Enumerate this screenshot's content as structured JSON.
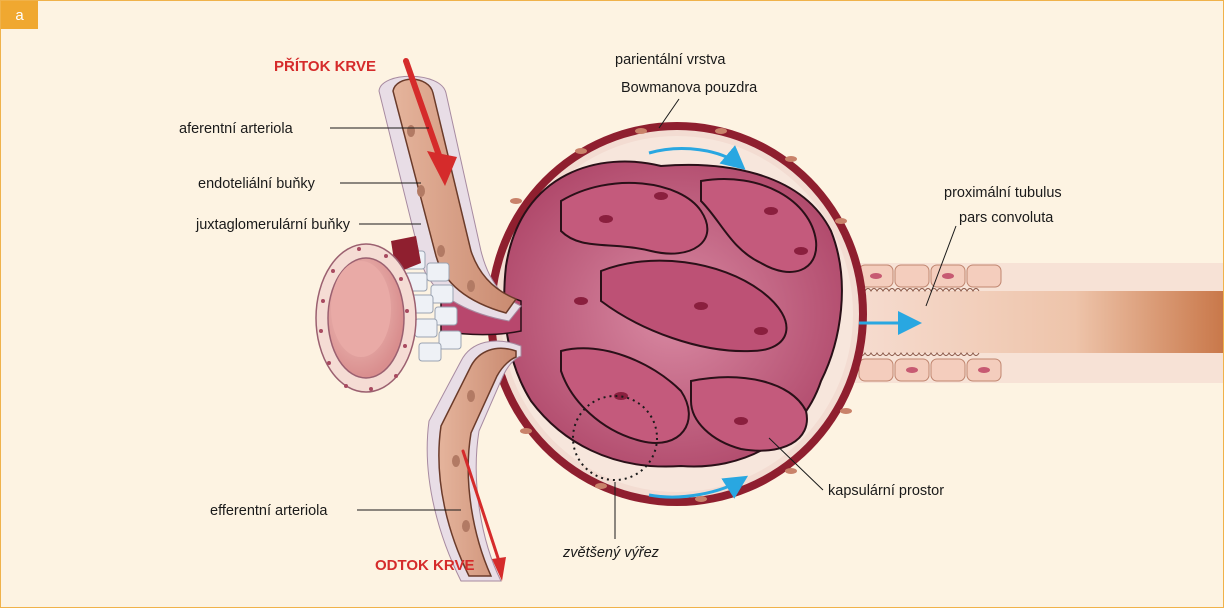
{
  "panel_letter": "a",
  "flow": {
    "inflow": "PŘÍTOK KRVE",
    "outflow": "ODTOK KRVE"
  },
  "labels": {
    "afferent": "aferentní arteriola",
    "endothelial": "endoteliální buňky",
    "juxtaglomerular": "juxtaglomerulární buňky",
    "efferent": "efferentní arteriola",
    "parietal_line1": "parientální vrstva",
    "parietal_line2": "Bowmanova pouzdra",
    "proximal_line1": "proximální tubulus",
    "proximal_line2": "pars convoluta",
    "capsular_space": "kapsulární prostor",
    "zoom_cutout": "zvětšený výřez"
  },
  "colors": {
    "background": "#fdf3e2",
    "frame": "#f0b24a",
    "flow_text": "#d52b2b",
    "blood_arrow": "#d52b2b",
    "filtrate_arrow": "#29a7e1",
    "capillary": "#b8476d",
    "capsule": "#8f1f2f",
    "arteriole": "#d8a48a"
  },
  "icons": {
    "blood_flow": "arrow-down-red",
    "filtrate_flow": "arrow-curved-blue"
  }
}
